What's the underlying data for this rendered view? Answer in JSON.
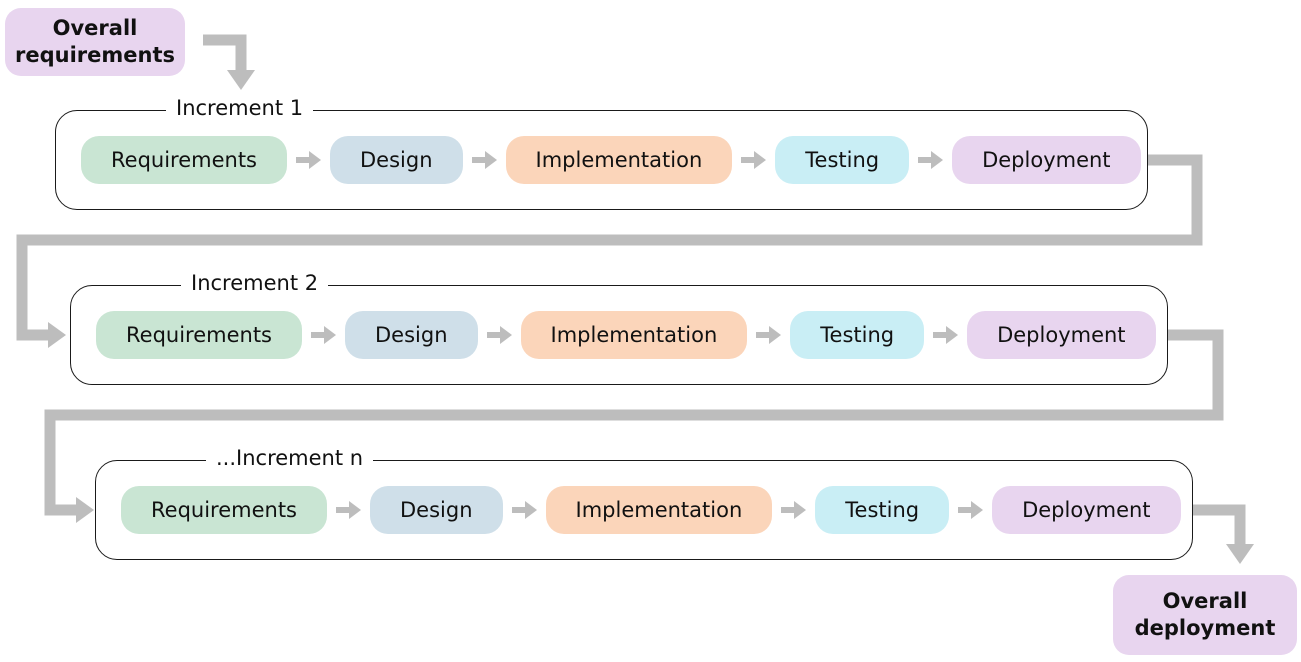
{
  "overall_requirements_label": "Overall requirements",
  "overall_deployment_label": "Overall deployment",
  "increments": [
    {
      "label": "Increment 1",
      "stages": [
        "Requirements",
        "Design",
        "Implementation",
        "Testing",
        "Deployment"
      ]
    },
    {
      "label": "Increment 2",
      "stages": [
        "Requirements",
        "Design",
        "Implementation",
        "Testing",
        "Deployment"
      ]
    },
    {
      "label": "...Increment n",
      "stages": [
        "Requirements",
        "Design",
        "Implementation",
        "Testing",
        "Deployment"
      ]
    }
  ],
  "colors": {
    "requirements": "#c9e5d3",
    "design": "#cfdfe9",
    "implementation": "#fbd5ba",
    "testing": "#c9eef5",
    "deployment": "#e8d5ef",
    "terminal": "#e8d5ef",
    "connector": "#bdbdbd"
  }
}
